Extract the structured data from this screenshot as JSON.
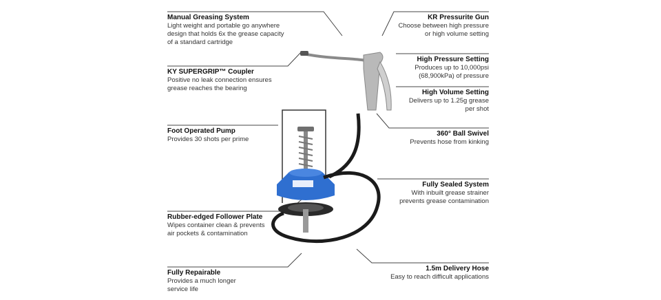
{
  "left_callouts": [
    {
      "title": "Manual Greasing System",
      "lines": [
        "Light weight and portable go anywhere",
        "design that holds 6x the grease capacity",
        "of a standard cartridge"
      ]
    },
    {
      "title": "KY SUPERGRIP™ Coupler",
      "lines": [
        "Positive no leak connection ensures",
        "grease reaches the bearing"
      ]
    },
    {
      "title": "Foot Operated Pump",
      "lines": [
        "Provides 30 shots per prime"
      ]
    },
    {
      "title": "Rubber-edged Follower Plate",
      "lines": [
        "Wipes container clean & prevents",
        "air pockets & contamination"
      ]
    },
    {
      "title": "Fully Repairable",
      "lines": [
        "Provides a much longer",
        "service life"
      ]
    }
  ],
  "right_callouts": [
    {
      "title": "KR Pressurite Gun",
      "lines": [
        "Choose between high pressure",
        "or high volume setting"
      ]
    },
    {
      "title": "High Pressure Setting",
      "lines": [
        "Produces up to 10,000psi",
        "(68,900kPa) of pressure"
      ]
    },
    {
      "title": "High Volume Setting",
      "lines": [
        "Delivers up to 1.25g grease",
        "per shot"
      ]
    },
    {
      "title": "360° Ball Swivel",
      "lines": [
        "Prevents hose from kinking"
      ]
    },
    {
      "title": "Fully Sealed System",
      "lines": [
        "With inbuilt grease strainer",
        "prevents grease contamination"
      ]
    },
    {
      "title": "1.5m Delivery Hose",
      "lines": [
        "Easy to reach difficult applications"
      ]
    }
  ],
  "colors": {
    "pump_blue": "#2f6fd0",
    "hose": "#1b1b1b",
    "line": "#333333"
  }
}
